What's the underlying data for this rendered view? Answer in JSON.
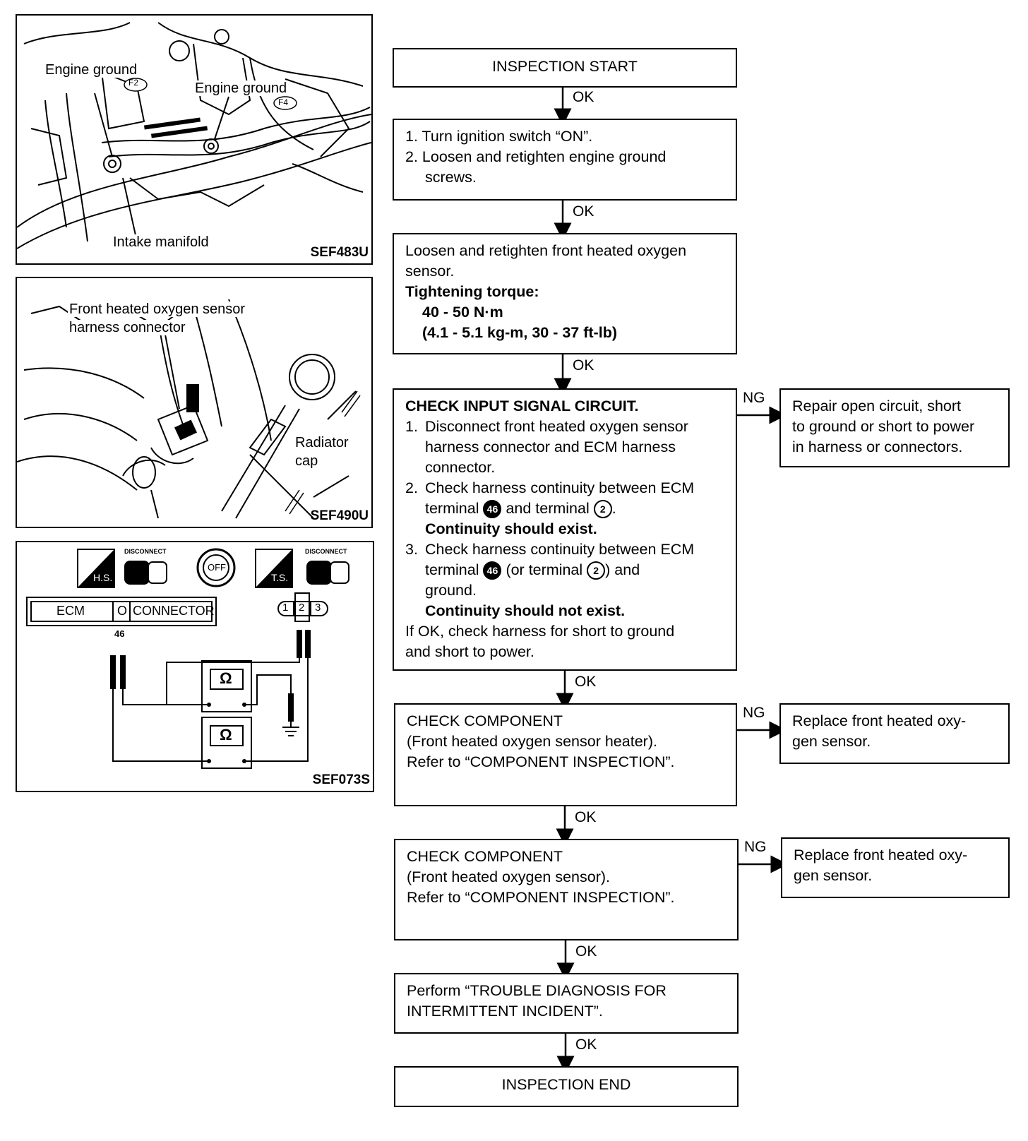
{
  "figures": {
    "engine_ground": {
      "code": "SEF483U",
      "label_engine_ground_1": "Engine ground",
      "tag_f2": "F2",
      "label_engine_ground_2": "Engine ground",
      "tag_f4": "F4",
      "label_intake_manifold": "Intake manifold"
    },
    "sensor_connector": {
      "code": "SEF490U",
      "label_connector_1": "Front heated oxygen sensor",
      "label_connector_2": "harness connector",
      "label_radiator_1": "Radiator",
      "label_radiator_2": "cap"
    },
    "wiring": {
      "code": "SEF073S",
      "hs_label": "H.S.",
      "ts_label": "T.S.",
      "disconnect_1": "DISCONNECT",
      "disconnect_2": "DISCONNECT",
      "off_label": "OFF",
      "ecm_label": "ECM",
      "connector_o": "O",
      "connector_label": "CONNECTOR",
      "pin_46": "46",
      "term_1": "1",
      "term_2": "2",
      "term_3": "3",
      "ohm_symbol": "Ω"
    }
  },
  "flow": {
    "start": "INSPECTION START",
    "step1": {
      "line1": "1. Turn ignition switch “ON”.",
      "line2": "2. Loosen and retighten engine ground",
      "line3": "screws."
    },
    "step2": {
      "line1": "Loosen and retighten front heated oxygen",
      "line2": "sensor.",
      "line3": "Tightening torque:",
      "line4": "40 - 50 N·m",
      "line5": "(4.1 - 5.1 kg-m, 30 - 37 ft-lb)"
    },
    "step3": {
      "title": "CHECK INPUT SIGNAL CIRCUIT.",
      "n1": "1.",
      "l1a": "Disconnect front heated oxygen sensor",
      "l1b": "harness connector and ECM harness",
      "l1c": "connector.",
      "n2": "2.",
      "l2a": "Check harness continuity between ECM",
      "l2b_pre": "terminal",
      "t46a": "46",
      "l2b_mid": "and terminal",
      "t2a": "2",
      "l2b_post": ".",
      "l2c": "Continuity should exist.",
      "n3": "3.",
      "l3a": "Check harness continuity between ECM",
      "l3b_pre": "terminal",
      "t46b": "46",
      "l3b_mid": "(or terminal",
      "t2b": "2",
      "l3b_post": ") and",
      "l3c": "ground.",
      "l3d": "Continuity should not exist.",
      "l4": "If OK, check harness for short to ground",
      "l5": "and short to power."
    },
    "ng3": {
      "line1": "Repair open circuit, short",
      "line2": "to ground or short to power",
      "line3": "in harness or connectors."
    },
    "step4": {
      "line1": "CHECK COMPONENT",
      "line2": "(Front heated oxygen sensor heater).",
      "line3": "Refer to “COMPONENT INSPECTION”."
    },
    "ng4": {
      "line1": "Replace front heated oxy-",
      "line2": "gen sensor."
    },
    "step5": {
      "line1": "CHECK COMPONENT",
      "line2": "(Front heated oxygen sensor).",
      "line3": "Refer to “COMPONENT INSPECTION”."
    },
    "ng5": {
      "line1": "Replace front heated oxy-",
      "line2": "gen sensor."
    },
    "step6": {
      "line1": "Perform “TROUBLE DIAGNOSIS FOR",
      "line2": "INTERMITTENT INCIDENT”."
    },
    "end": "INSPECTION END",
    "ok": "OK",
    "ng": "NG"
  }
}
